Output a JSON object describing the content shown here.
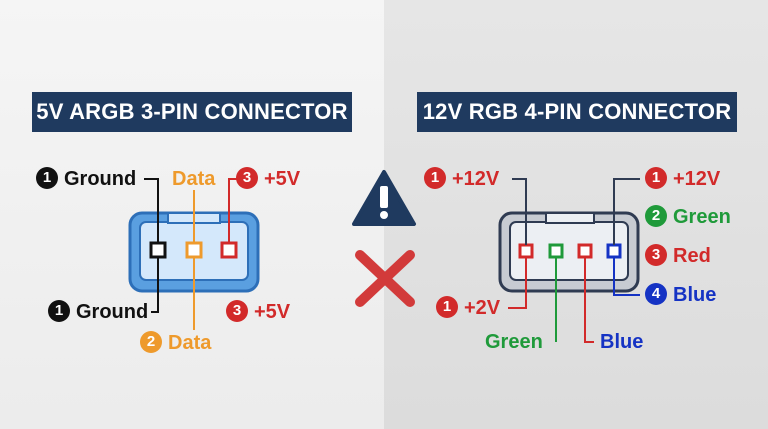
{
  "left": {
    "title": "5V ARGB 3-PIN CONNECTOR",
    "top_labels": [
      {
        "num": "1",
        "text": "Ground"
      },
      {
        "num": "",
        "text": "Data"
      },
      {
        "num": "3",
        "text": "+5V"
      }
    ],
    "bottom_labels": [
      {
        "num": "1",
        "text": "Ground"
      },
      {
        "num": "2",
        "text": "Data"
      },
      {
        "num": "3",
        "text": "+5V"
      }
    ]
  },
  "right": {
    "title": "12V RGB 4-PIN CONNECTOR",
    "top_left_label": {
      "num": "1",
      "text": "+12V"
    },
    "side_labels": [
      {
        "num": "1",
        "text": "+12V"
      },
      {
        "num": "2",
        "text": "Green"
      },
      {
        "num": "3",
        "text": "Red"
      },
      {
        "num": "4",
        "text": "Blue"
      }
    ],
    "bottom_labels": [
      {
        "num": "1",
        "text": "+2V"
      },
      {
        "num": "",
        "text": "Green"
      },
      {
        "num": "",
        "text": "Blue"
      }
    ]
  },
  "colors": {
    "title_bg": "#1f3a5f",
    "black": "#111111",
    "orange": "#ee9a2c",
    "red": "#d22a2a",
    "green": "#1f9a3a",
    "blue": "#1533c4",
    "connector_blue": "#5a9fe0",
    "connector_gray": "#c7cbd2",
    "cross_red": "#d23a3a"
  },
  "icons": {
    "warning": "warning-triangle-icon",
    "cross": "cross-x-icon"
  }
}
